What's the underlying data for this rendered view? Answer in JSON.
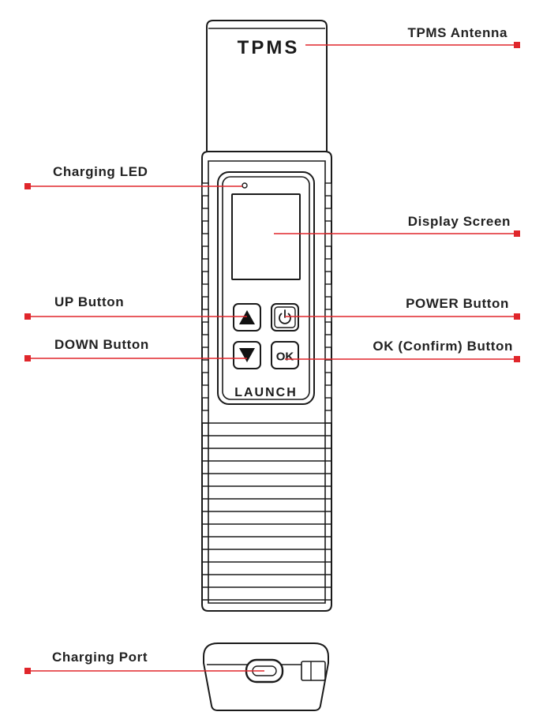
{
  "colors": {
    "callout": "#e0262b",
    "outline": "#1a1a1a",
    "text": "#222222"
  },
  "device": {
    "antenna_text": "TPMS",
    "brand_text": "LAUNCH",
    "ok_button_text": "OK",
    "up_icon": "triangle-up-icon",
    "down_icon": "triangle-down-icon",
    "power_icon": "power-icon"
  },
  "callouts": {
    "tpms_antenna": "TPMS Antenna",
    "charging_led": "Charging LED",
    "display_screen": "Display Screen",
    "up_button": "UP Button",
    "power_button": "POWER Button",
    "down_button": "DOWN Button",
    "ok_button": "OK (Confirm) Button",
    "charging_port": "Charging Port"
  }
}
